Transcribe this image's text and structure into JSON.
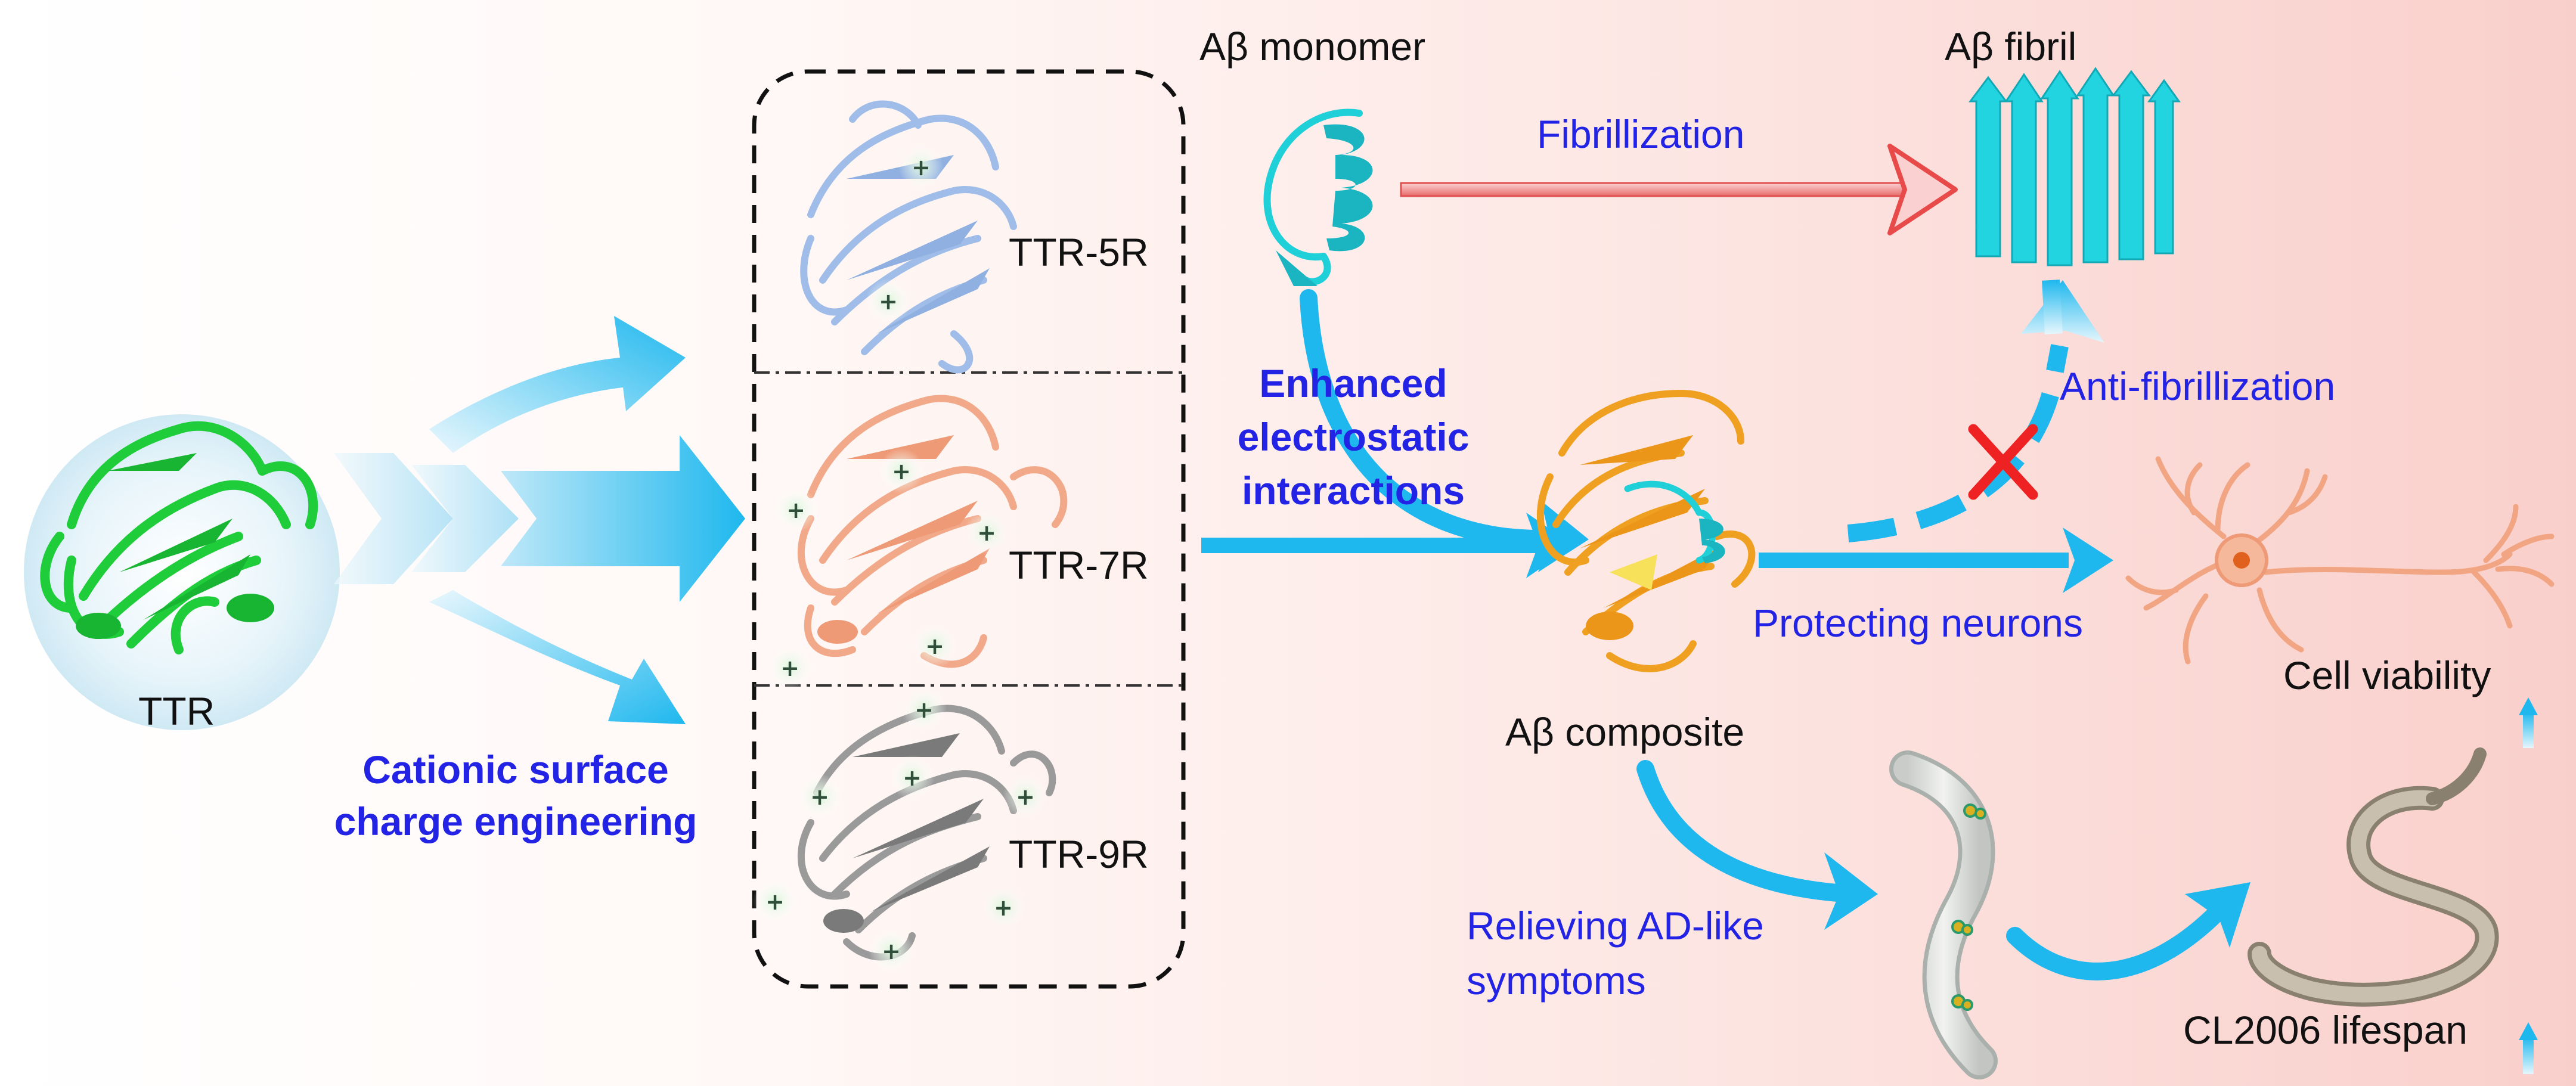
{
  "labels": {
    "ttr": "TTR",
    "engineering_line1": "Cationic surface",
    "engineering_line2": "charge engineering",
    "ttr_5r": "TTR-5R",
    "ttr_7r": "TTR-7R",
    "ttr_9r": "TTR-9R",
    "abeta_monomer": "Aβ monomer",
    "abeta_fibril": "Aβ fibril",
    "fibrillization": "Fibrillization",
    "electrostatic_line1": "Enhanced",
    "electrostatic_line2": "electrostatic",
    "electrostatic_line3": "interactions",
    "anti_fibrillization": "Anti-fibrillization",
    "abeta_composite": "Aβ composite",
    "protecting_neurons": "Protecting neurons",
    "cell_viability": "Cell viability",
    "relieving_line1": "Relieving AD-like",
    "relieving_line2": "symptoms",
    "cl2006_lifespan": "CL2006 lifespan",
    "charge_symbol": "+"
  },
  "colors": {
    "arrow_cyan": "#1fb8ee",
    "text_blue": "#2323e6",
    "ttr_green": "#1fcc3a",
    "ttr5r_blue": "#9fbde8",
    "ttr7r_peach": "#f2a98a",
    "ttr9r_gray": "#8a8a8a",
    "abeta_cyan": "#1fd0d8",
    "composite_orange": "#f0a020",
    "fibril_arrow_red": "#e84a4a",
    "neuron_peach": "#f2a583",
    "worm_tan": "#b5a995",
    "block_x_red": "#ee2222"
  }
}
